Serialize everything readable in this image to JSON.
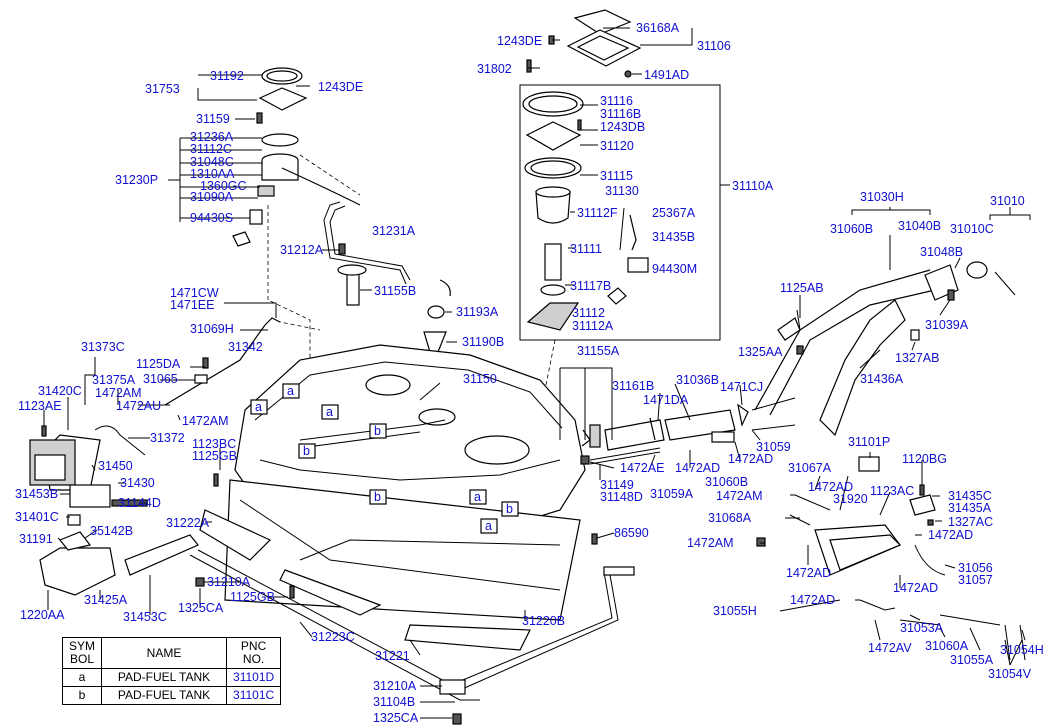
{
  "labels": [
    {
      "id": "l1",
      "text": "36168A"
    },
    {
      "id": "l2",
      "text": "1243DE"
    },
    {
      "id": "l3",
      "text": "31106"
    },
    {
      "id": "l4",
      "text": "31802"
    },
    {
      "id": "l5",
      "text": "1491AD"
    },
    {
      "id": "l6",
      "text": "31116"
    },
    {
      "id": "l7",
      "text": "31116B"
    },
    {
      "id": "l8",
      "text": "1243DB"
    },
    {
      "id": "l9",
      "text": "31120"
    },
    {
      "id": "l10",
      "text": "31115"
    },
    {
      "id": "l11",
      "text": "31130"
    },
    {
      "id": "l12",
      "text": "31112F"
    },
    {
      "id": "l13",
      "text": "25367A"
    },
    {
      "id": "l14",
      "text": "31435B"
    },
    {
      "id": "l15",
      "text": "31111"
    },
    {
      "id": "l16",
      "text": "94430M"
    },
    {
      "id": "l17",
      "text": "31117B"
    },
    {
      "id": "l18",
      "text": "31112"
    },
    {
      "id": "l19",
      "text": "31112A"
    },
    {
      "id": "l20",
      "text": "31110A"
    },
    {
      "id": "l21",
      "text": "31192"
    },
    {
      "id": "l22",
      "text": "31753"
    },
    {
      "id": "l23",
      "text": "1243DE"
    },
    {
      "id": "l24",
      "text": "31159"
    },
    {
      "id": "l25",
      "text": "31236A"
    },
    {
      "id": "l26",
      "text": "31112C"
    },
    {
      "id": "l27",
      "text": "31048C"
    },
    {
      "id": "l28",
      "text": "1310AA"
    },
    {
      "id": "l29",
      "text": "31230P"
    },
    {
      "id": "l30",
      "text": "1360GC"
    },
    {
      "id": "l31",
      "text": "31090A"
    },
    {
      "id": "l32",
      "text": "94430S"
    },
    {
      "id": "l33",
      "text": "31231A"
    },
    {
      "id": "l34",
      "text": "31212A"
    },
    {
      "id": "l35",
      "text": "31155B"
    },
    {
      "id": "l36",
      "text": "31193A"
    },
    {
      "id": "l37",
      "text": "1471CW"
    },
    {
      "id": "l38",
      "text": "1471EE"
    },
    {
      "id": "l39",
      "text": "31069H"
    },
    {
      "id": "l40",
      "text": "31190B"
    },
    {
      "id": "l41",
      "text": "31342"
    },
    {
      "id": "l42",
      "text": "31373C"
    },
    {
      "id": "l43",
      "text": "1125DA"
    },
    {
      "id": "l44",
      "text": "31065"
    },
    {
      "id": "l45",
      "text": "31375A"
    },
    {
      "id": "l46",
      "text": "31420C"
    },
    {
      "id": "l47",
      "text": "1472AM"
    },
    {
      "id": "l48",
      "text": "1123AE"
    },
    {
      "id": "l49",
      "text": "1472AU"
    },
    {
      "id": "l50",
      "text": "1472AM"
    },
    {
      "id": "l51",
      "text": "31372"
    },
    {
      "id": "l52",
      "text": "31150"
    },
    {
      "id": "l53",
      "text": "1123BC"
    },
    {
      "id": "l54",
      "text": "1125GB"
    },
    {
      "id": "l55",
      "text": "31450"
    },
    {
      "id": "l56",
      "text": "31430"
    },
    {
      "id": "l57",
      "text": "31453B"
    },
    {
      "id": "l58",
      "text": "31144D"
    },
    {
      "id": "l59",
      "text": "31401C"
    },
    {
      "id": "l60",
      "text": "35142B"
    },
    {
      "id": "l61",
      "text": "31191"
    },
    {
      "id": "l62",
      "text": "31222A"
    },
    {
      "id": "l63",
      "text": "31425A"
    },
    {
      "id": "l64",
      "text": "1220AA"
    },
    {
      "id": "l65",
      "text": "31453C"
    },
    {
      "id": "l66",
      "text": "31210A"
    },
    {
      "id": "l67",
      "text": "1325CA"
    },
    {
      "id": "l68",
      "text": "1125GB"
    },
    {
      "id": "l69",
      "text": "31223C"
    },
    {
      "id": "l70",
      "text": "31221"
    },
    {
      "id": "l71",
      "text": "31220B"
    },
    {
      "id": "l72",
      "text": "31210A"
    },
    {
      "id": "l73",
      "text": "31104B"
    },
    {
      "id": "l74",
      "text": "1325CA"
    },
    {
      "id": "l75",
      "text": "31155A"
    },
    {
      "id": "l76",
      "text": "31161B"
    },
    {
      "id": "l77",
      "text": "31036B"
    },
    {
      "id": "l78",
      "text": "1471DA"
    },
    {
      "id": "l79",
      "text": "1471CJ"
    },
    {
      "id": "l80",
      "text": "31059"
    },
    {
      "id": "l81",
      "text": "1472AE"
    },
    {
      "id": "l82",
      "text": "1472AD"
    },
    {
      "id": "l83",
      "text": "1472AD"
    },
    {
      "id": "l84",
      "text": "31149"
    },
    {
      "id": "l85",
      "text": "31148D"
    },
    {
      "id": "l86",
      "text": "31059A"
    },
    {
      "id": "l87",
      "text": "31060B"
    },
    {
      "id": "l88",
      "text": "86590"
    },
    {
      "id": "l89",
      "text": "31030H"
    },
    {
      "id": "l90",
      "text": "31010"
    },
    {
      "id": "l91",
      "text": "31060B"
    },
    {
      "id": "l92",
      "text": "31040B"
    },
    {
      "id": "l93",
      "text": "31010C"
    },
    {
      "id": "l94",
      "text": "31048B"
    },
    {
      "id": "l95",
      "text": "1125AB"
    },
    {
      "id": "l96",
      "text": "31039A"
    },
    {
      "id": "l97",
      "text": "1325AA"
    },
    {
      "id": "l98",
      "text": "1327AB"
    },
    {
      "id": "l99",
      "text": "31436A"
    },
    {
      "id": "l100",
      "text": "31101P"
    },
    {
      "id": "l101",
      "text": "1120BG"
    },
    {
      "id": "l102",
      "text": "31067A"
    },
    {
      "id": "l103",
      "text": "1472AD"
    },
    {
      "id": "l104",
      "text": "1472AM"
    },
    {
      "id": "l105",
      "text": "31920"
    },
    {
      "id": "l106",
      "text": "1123AC"
    },
    {
      "id": "l107",
      "text": "31435C"
    },
    {
      "id": "l108",
      "text": "31435A"
    },
    {
      "id": "l109",
      "text": "1327AC"
    },
    {
      "id": "l110",
      "text": "31068A"
    },
    {
      "id": "l111",
      "text": "1472AD"
    },
    {
      "id": "l112",
      "text": "1472AM"
    },
    {
      "id": "l113",
      "text": "1472AD"
    },
    {
      "id": "l114",
      "text": "31056"
    },
    {
      "id": "l115",
      "text": "31057"
    },
    {
      "id": "l116",
      "text": "1472AD"
    },
    {
      "id": "l117",
      "text": "31055H"
    },
    {
      "id": "l118",
      "text": "1472AD"
    },
    {
      "id": "l119",
      "text": "31053A"
    },
    {
      "id": "l120",
      "text": "31060A"
    },
    {
      "id": "l121",
      "text": "1472AV"
    },
    {
      "id": "l122",
      "text": "31055A"
    },
    {
      "id": "l123",
      "text": "31054H"
    },
    {
      "id": "l124",
      "text": "31054V"
    }
  ],
  "pad_markers": [
    "a",
    "a",
    "a",
    "a",
    "b",
    "b",
    "b",
    "a",
    "b"
  ],
  "legend_table": {
    "headers": {
      "symbol": "SYM BOL",
      "name": "NAME",
      "pnc": "PNC NO."
    },
    "rows": [
      {
        "symbol": "a",
        "name": "PAD-FUEL TANK",
        "pnc": "31101D"
      },
      {
        "symbol": "b",
        "name": "PAD-FUEL TANK",
        "pnc": "31101C"
      }
    ]
  }
}
